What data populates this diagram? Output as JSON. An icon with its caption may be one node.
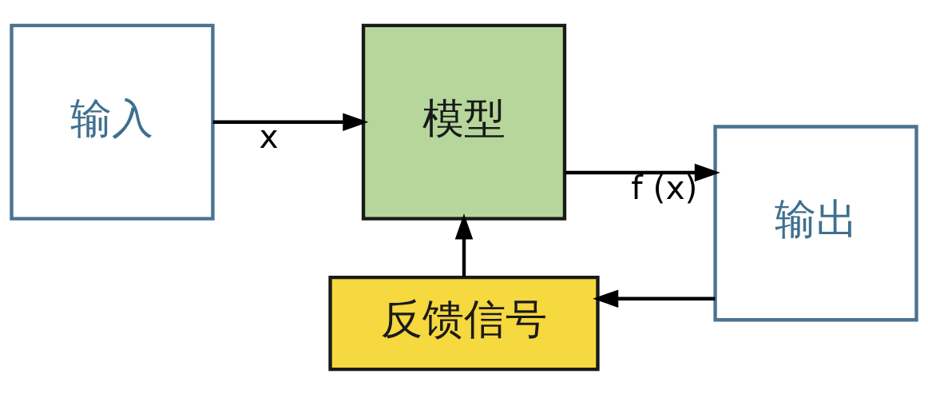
{
  "diagram": {
    "nodes": [
      {
        "text": [
          "输入"
        ]
      },
      {
        "text": [
          "模型"
        ]
      },
      {
        "text": [
          "输出"
        ]
      },
      {
        "text": [
          "反馈信号"
        ]
      }
    ],
    "edges": [
      {
        "from": 0,
        "to": 1,
        "arrow": "to",
        "label": "x"
      },
      {
        "from": 1,
        "to": 2,
        "arrow": "to",
        "label": "f (x)"
      },
      {
        "from": 2,
        "to": 3,
        "arrow": "to"
      },
      {
        "from": 3,
        "to": 1,
        "arrow": "to"
      }
    ]
  }
}
